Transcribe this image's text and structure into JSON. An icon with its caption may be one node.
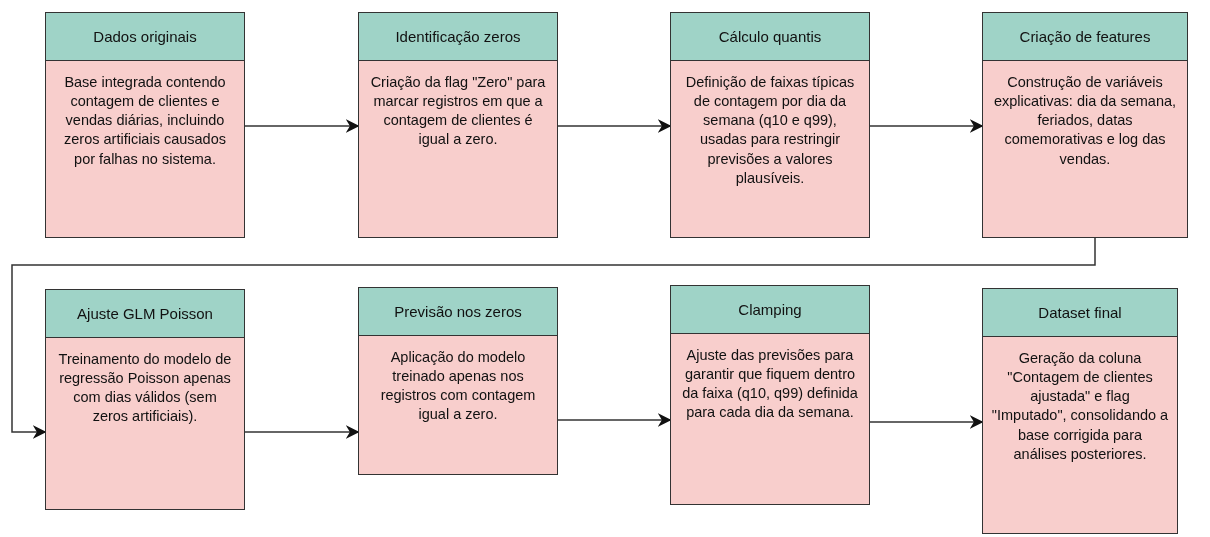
{
  "diagram": {
    "nodes": [
      {
        "text": [
          "Dados originais",
          "Base integrada contendo contagem de clientes e vendas diárias, incluindo zeros artificiais causados por falhas no sistema."
        ]
      },
      {
        "text": [
          "Identificação zeros",
          "Criação da flag \"Zero\" para marcar registros em que a contagem de clientes é igual a zero."
        ]
      },
      {
        "text": [
          "Cálculo quantis",
          "Definição de faixas típicas de contagem por dia da semana (q10 e q99), usadas para restringir previsões a valores plausíveis."
        ]
      },
      {
        "text": [
          "Criação de features",
          "Construção de variáveis explicativas: dia da semana, feriados, datas comemorativas e log das vendas."
        ]
      },
      {
        "text": [
          "Ajuste GLM Poisson",
          "Treinamento do modelo de regressão Poisson apenas com dias válidos (sem zeros artificiais)."
        ]
      },
      {
        "text": [
          "Previsão nos zeros",
          "Aplicação do modelo treinado apenas nos registros com contagem igual a zero."
        ]
      },
      {
        "text": [
          "Clamping",
          "Ajuste das previsões para garantir que fiquem dentro da faixa (q10, q99) definida para cada dia da semana."
        ]
      },
      {
        "text": [
          "Dataset final",
          "Geração da coluna \"Contagem de clientes ajustada\" e flag \"Imputado\", consolidando a base corrigida para análises posteriores."
        ]
      }
    ],
    "edges": [
      {
        "from": 0,
        "to": 1,
        "arrow": "to"
      },
      {
        "from": 1,
        "to": 2,
        "arrow": "to"
      },
      {
        "from": 2,
        "to": 3,
        "arrow": "to"
      },
      {
        "from": 3,
        "to": 4,
        "arrow": "to"
      },
      {
        "from": 4,
        "to": 5,
        "arrow": "to"
      },
      {
        "from": 5,
        "to": 6,
        "arrow": "to"
      },
      {
        "from": 6,
        "to": 7,
        "arrow": "to"
      }
    ]
  }
}
